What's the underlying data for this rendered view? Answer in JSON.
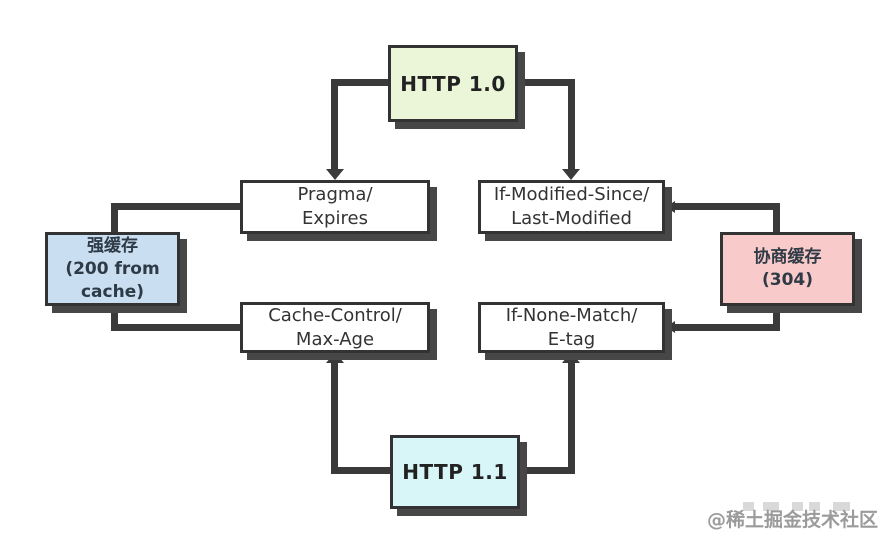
{
  "diagram": {
    "title_implicit": "HTTP caching: strong cache vs negotiated cache",
    "nodes": {
      "http10": {
        "label": "HTTP 1.0"
      },
      "pragma": {
        "lines": [
          "Pragma/",
          "Expires"
        ]
      },
      "if_modified": {
        "lines": [
          "If-Modified-Since/",
          "Last-Modified"
        ]
      },
      "strong_cache": {
        "lines": [
          "强缓存",
          "(200 from",
          "cache)"
        ]
      },
      "nego_cache": {
        "lines": [
          "协商缓存",
          "(304)"
        ]
      },
      "cache_control": {
        "lines": [
          "Cache-Control/",
          "Max-Age"
        ]
      },
      "if_none_match": {
        "lines": [
          "If-None-Match/",
          "E-tag"
        ]
      },
      "http11": {
        "label": "HTTP 1.1"
      }
    },
    "colors": {
      "http10_bg": "#eaf6d7",
      "http11_bg": "#d8f5f7",
      "strong_cache_bg": "#c9def1",
      "nego_cache_bg": "#f9caca",
      "plain_box_bg": "#ffffff",
      "edge_line": "#3a3a3a",
      "box_border": "#333333",
      "box_shadow": "#474747",
      "text": "#2d2d2d",
      "background": "#ffffff",
      "watermark_text": "#9b9b9b",
      "watermark_bars": "#d9d9d9"
    }
  },
  "watermark": {
    "text": "@稀土掘金技术社区"
  }
}
